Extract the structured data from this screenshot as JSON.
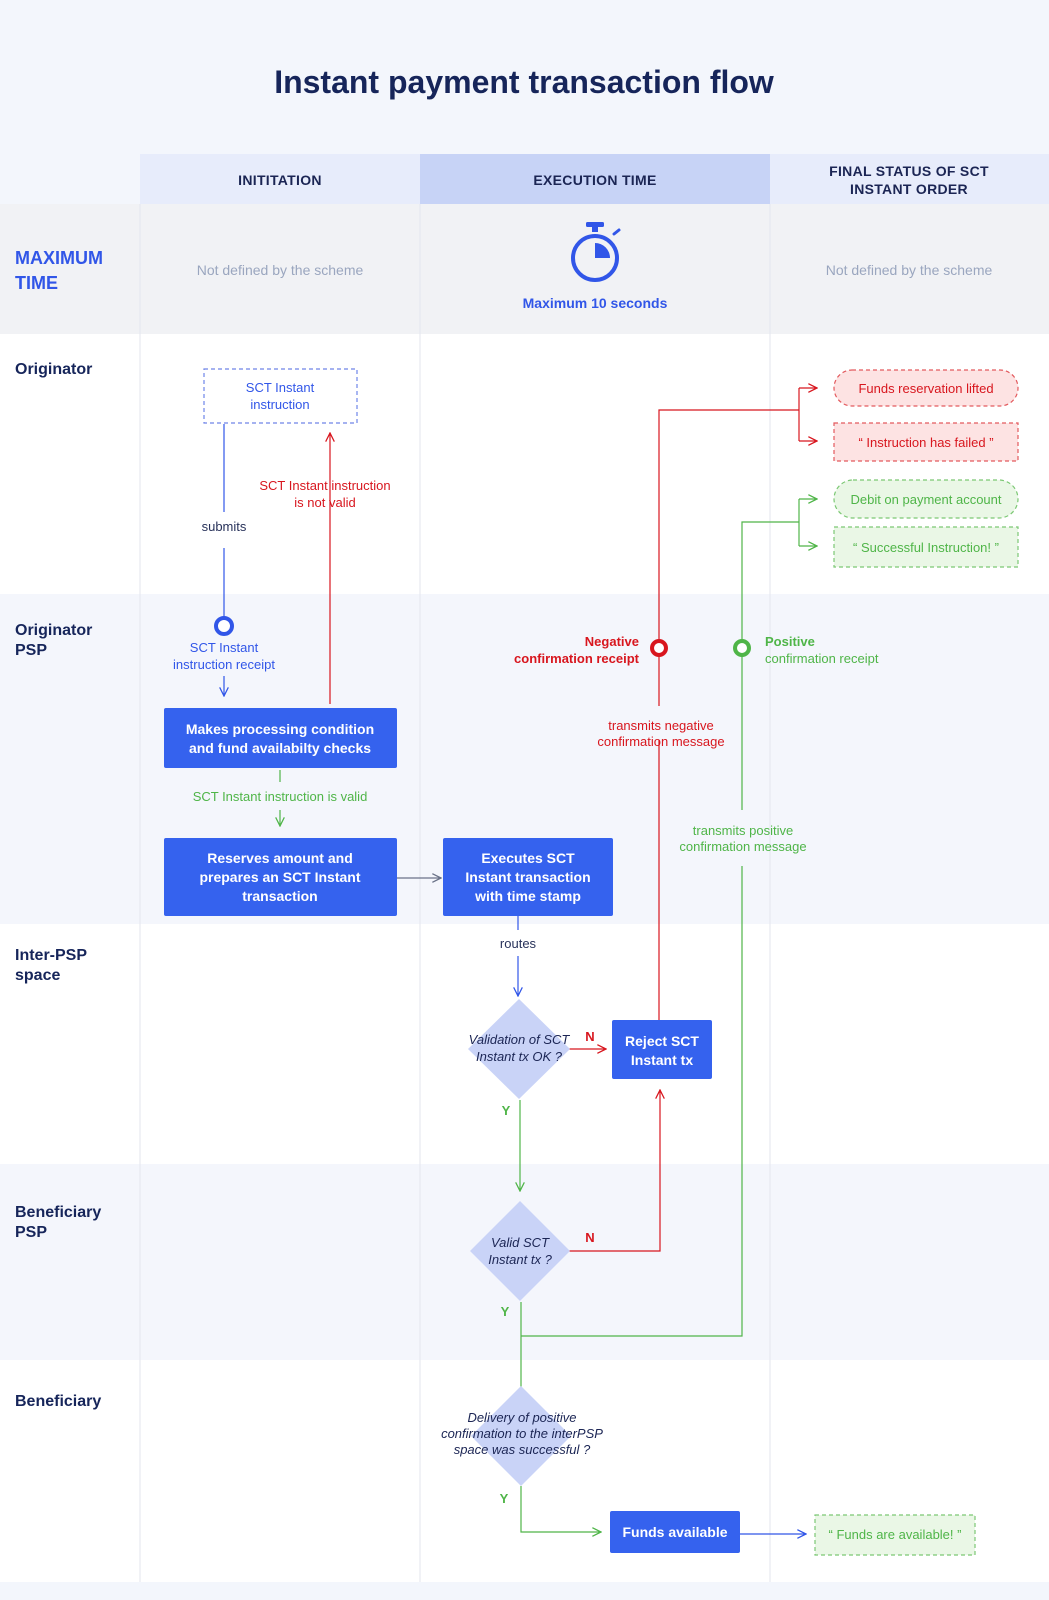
{
  "title": "Instant payment transaction flow",
  "columns": {
    "initiation": "INITITATION",
    "execution": "EXECUTION TIME",
    "final_line1": "FINAL STATUS OF SCT",
    "final_line2": "INSTANT ORDER"
  },
  "rows": {
    "max_time_line1": "MAXIMUM",
    "max_time_line2": "TIME",
    "originator": "Originator",
    "originator_psp_line1": "Originator",
    "originator_psp_line2": "PSP",
    "inter_psp_line1": "Inter-PSP",
    "inter_psp_line2": "space",
    "beneficiary_psp_line1": "Beneficiary",
    "beneficiary_psp_line2": "PSP",
    "beneficiary": "Beneficiary"
  },
  "max_time": {
    "initiation": "Not defined by the scheme",
    "execution": "Maximum 10 seconds",
    "final": "Not defined by the scheme"
  },
  "nodes": {
    "instruction_line1": "SCT Instant",
    "instruction_line2": "instruction",
    "submits": "submits",
    "not_valid_line1": "SCT Instant instruction",
    "not_valid_line2": "is not valid",
    "receipt_line1": "SCT Instant",
    "receipt_line2": "instruction receipt",
    "checks_line1": "Makes processing condition",
    "checks_line2": "and fund availabilty checks",
    "valid": "SCT Instant instruction is valid",
    "reserves_line1": "Reserves amount and",
    "reserves_line2": "prepares an SCT Instant",
    "reserves_line3": "transaction",
    "executes_line1": "Executes SCT",
    "executes_line2": "Instant transaction",
    "executes_line3": "with time stamp",
    "routes": "routes",
    "validation_line1": "Validation of SCT",
    "validation_line2": "Instant tx OK ?",
    "reject_line1": "Reject SCT",
    "reject_line2": "Instant tx",
    "valid_tx_line1": "Valid SCT",
    "valid_tx_line2": "Instant tx ?",
    "delivery_line1": "Delivery of positive",
    "delivery_line2": "confirmation to the interPSP",
    "delivery_line3": "space was successful ?",
    "funds_available": "Funds available",
    "neg_receipt_line1": "Negative",
    "neg_receipt_line2": "confirmation receipt",
    "neg_msg_line1": "transmits negative",
    "neg_msg_line2": "confirmation message",
    "pos_receipt_line1": "Positive",
    "pos_receipt_line2": "confirmation receipt",
    "pos_msg_line1": "transmits positive",
    "pos_msg_line2": "confirmation message",
    "no": "N",
    "yes": "Y"
  },
  "outcomes": {
    "reservation_lifted": "Funds reservation lifted",
    "failed": "“ Instruction has failed ”",
    "debit": "Debit on payment account",
    "successful": "“ Successful Instruction! ”",
    "funds_available": "“ Funds are available! ”"
  },
  "colors": {
    "blue": "#3156e8",
    "red": "#d8161e",
    "green": "#4fb548",
    "navy": "#16255a",
    "diamond": "#c9d3f7"
  }
}
